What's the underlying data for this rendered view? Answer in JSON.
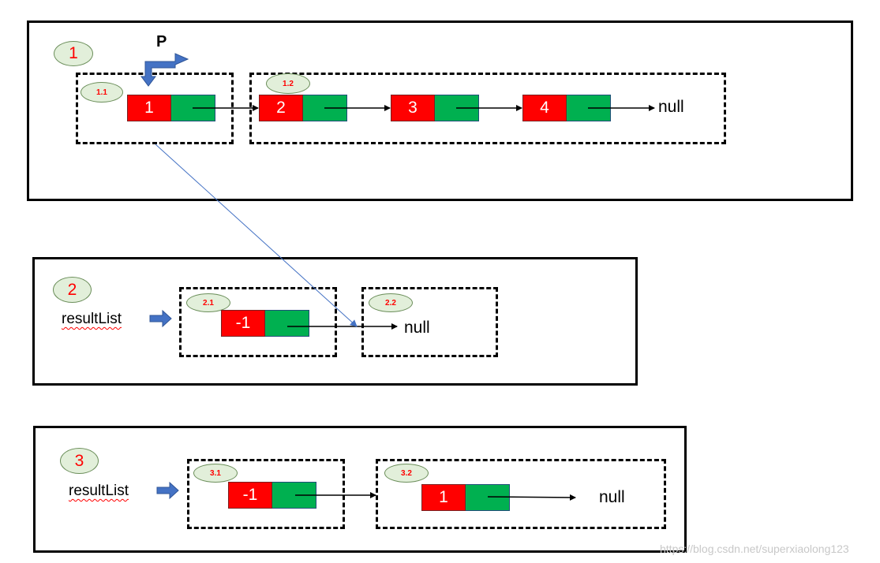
{
  "sections": [
    {
      "number": "1",
      "pointer_label": "P",
      "groups": [
        "1.1",
        "1.2"
      ],
      "nodes": [
        "1",
        "2",
        "3",
        "4"
      ],
      "terminal": "null"
    },
    {
      "number": "2",
      "head_label": "resultList",
      "groups": [
        "2.1",
        "2.2"
      ],
      "nodes": [
        "-1"
      ],
      "terminal": "null"
    },
    {
      "number": "3",
      "head_label": "resultList",
      "groups": [
        "3.1",
        "3.2"
      ],
      "nodes": [
        "-1",
        "1"
      ],
      "terminal": "null"
    }
  ],
  "colors": {
    "data_cell": "#ff0000",
    "next_cell": "#00b050",
    "badge_fill": "#e2efda",
    "badge_text": "#ff0000",
    "arrow_block": "#4472c4",
    "connector": "#4472c4"
  },
  "watermark": "https://blog.csdn.net/superxiaolong123"
}
